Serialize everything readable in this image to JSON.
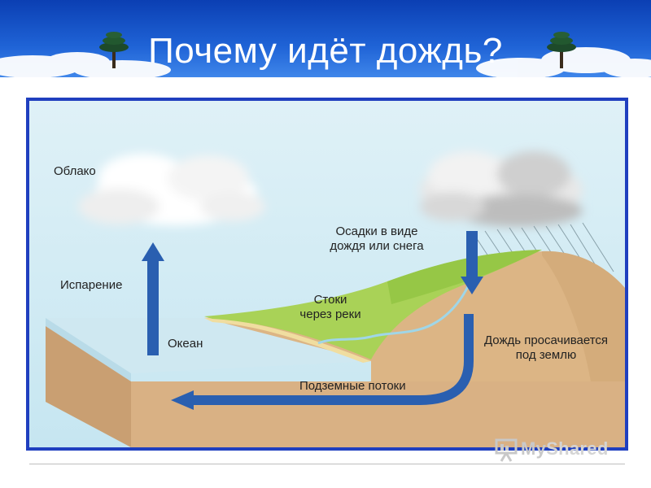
{
  "slide": {
    "title": "Почему идёт дождь?"
  },
  "diagram": {
    "labels": {
      "cloud": "Облако",
      "evaporation": "Испарение",
      "ocean": "Океан",
      "precipitation_line1": "Осадки в виде",
      "precipitation_line2": "дождя или снега",
      "runoff_line1": "Стоки",
      "runoff_line2": "через реки",
      "infiltration_line1": "Дождь просачивается",
      "infiltration_line2": "под землю",
      "groundwater": "Подземные потоки"
    },
    "colors": {
      "sky": "#d5edf6",
      "ocean": "#cde9f2",
      "land": "#dbb78b",
      "grass": "#a9d257",
      "arrow": "#2a5fb0",
      "frame": "#1f3fbf"
    }
  },
  "watermark": {
    "my": "My",
    "shared": "Shared"
  }
}
